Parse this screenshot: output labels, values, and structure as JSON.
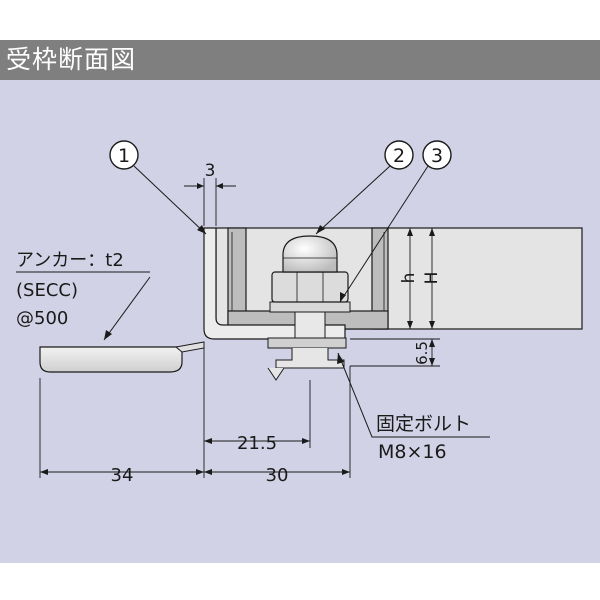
{
  "header": {
    "title": "受枠断面図"
  },
  "callouts": {
    "c1": "1",
    "c2": "2",
    "c3": "3"
  },
  "labels": {
    "anchor_line1": "アンカー：t2",
    "anchor_line2": "(SECC)",
    "anchor_line3": "@500",
    "bolt_line1": "固定ボルト",
    "bolt_line2": "M8×16"
  },
  "dimensions": {
    "thickness": "3",
    "h": "h",
    "H": "H",
    "gap": "6.5",
    "offset": "21.5",
    "width_left": "34",
    "width_right": "30"
  },
  "colors": {
    "header_bg": "#7f7f7f",
    "panel_bg": "#d2d2e6",
    "slab": "#e4e4e4",
    "frame": "#bdbdbd",
    "outline": "#1a1a1a"
  }
}
